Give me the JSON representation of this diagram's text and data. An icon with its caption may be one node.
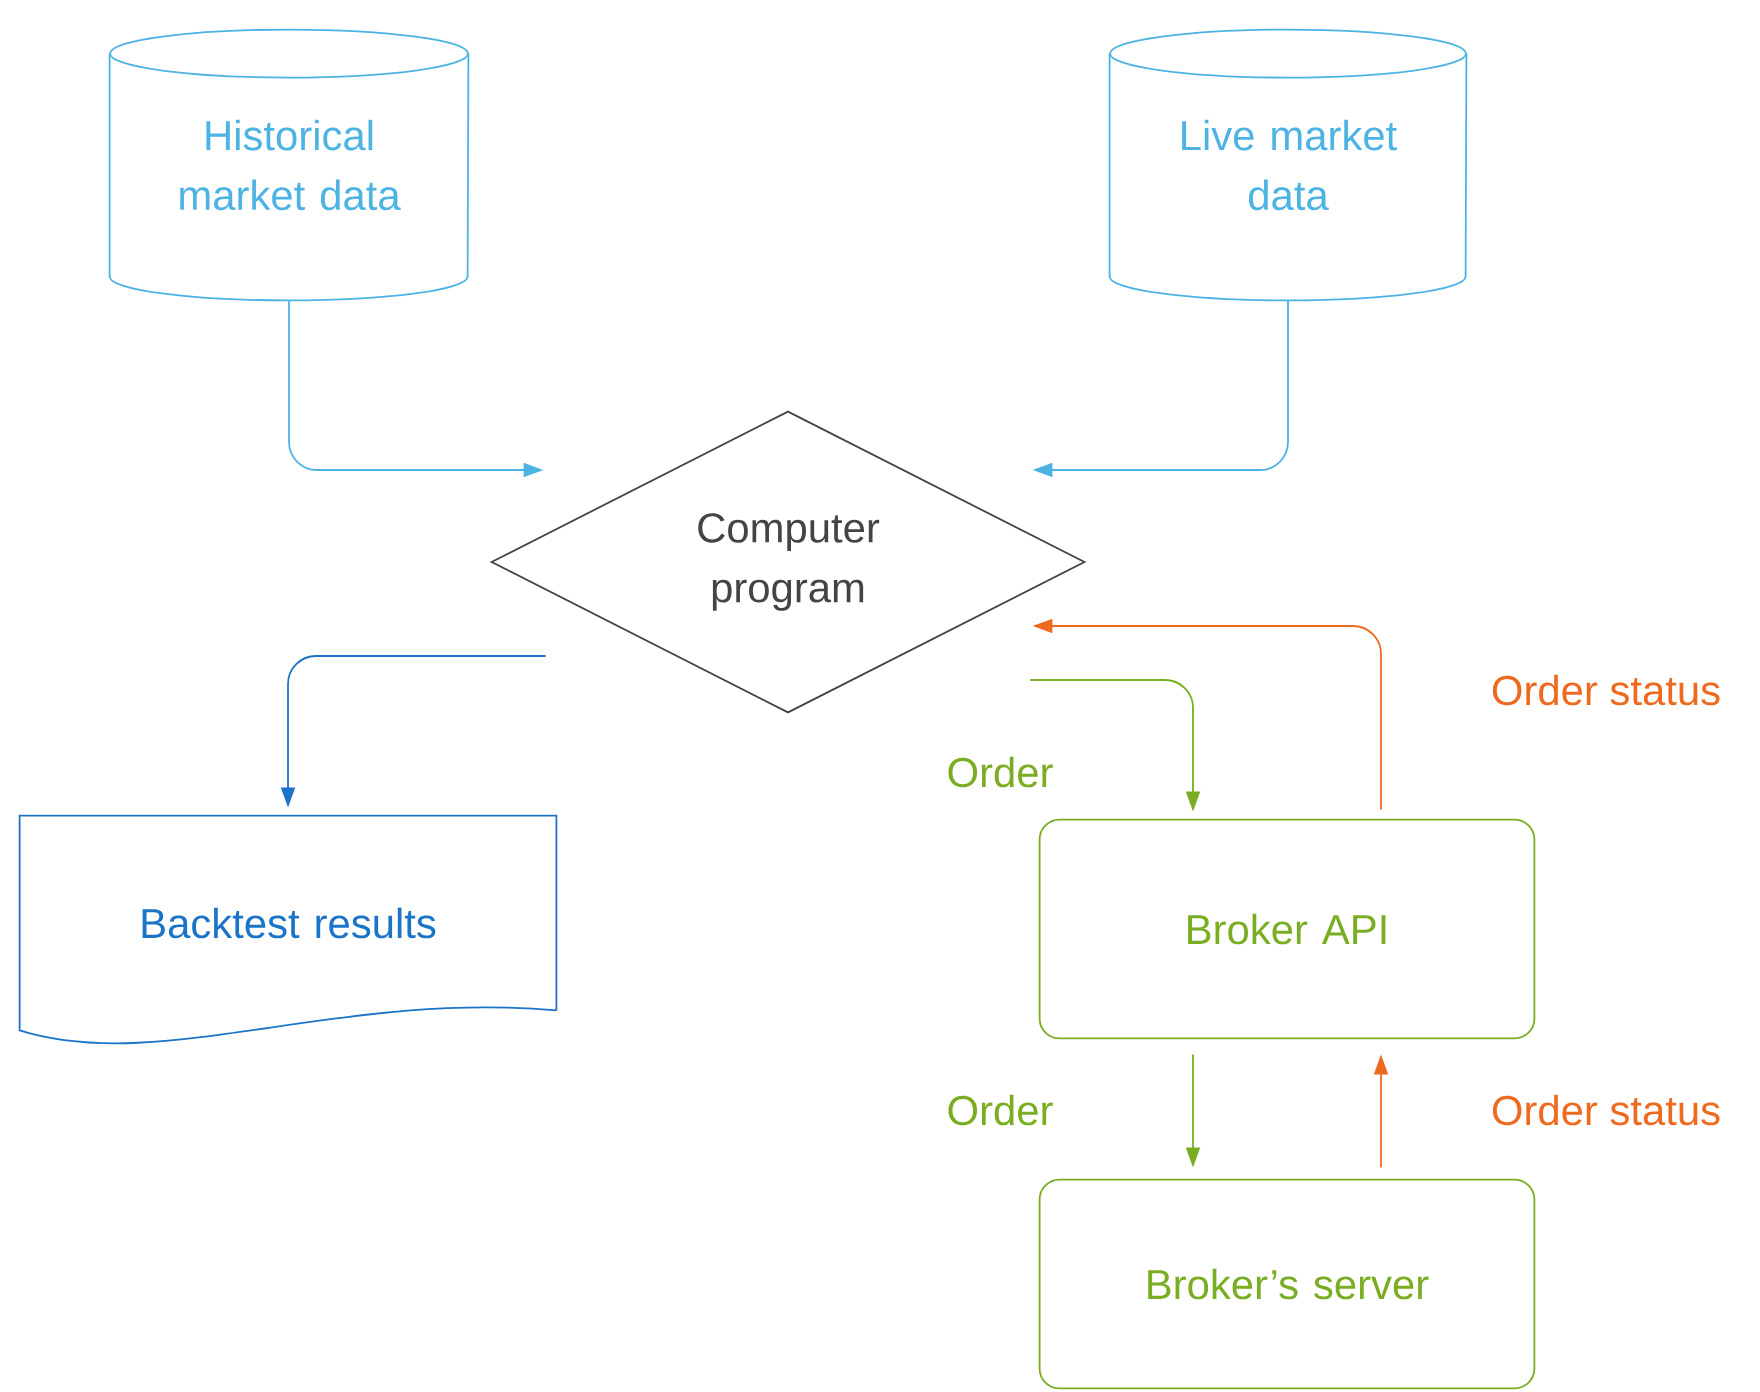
{
  "diagram": {
    "nodes": [
      {
        "text": [
          "Historical market data"
        ]
      },
      {
        "text": [
          "Live market data"
        ]
      },
      {
        "text": [
          "Computer program"
        ]
      },
      {
        "text": [
          "Backtest results"
        ]
      },
      {
        "text": [
          "Broker API"
        ]
      },
      {
        "text": [
          "Broker’s server"
        ]
      }
    ],
    "edges": [
      {
        "from": 0,
        "to": 2,
        "arrow": "to",
        "color": "#4db3e3"
      },
      {
        "from": 1,
        "to": 2,
        "arrow": "to",
        "color": "#4db3e3"
      },
      {
        "from": 2,
        "to": 3,
        "arrow": "to",
        "color": "#1c74c8"
      },
      {
        "from": 2,
        "to": 4,
        "arrow": "to",
        "label": "Order",
        "color": "#7aad22"
      },
      {
        "from": 4,
        "to": 2,
        "arrow": "to",
        "label": "Order status",
        "color": "#ee6a1f"
      },
      {
        "from": 4,
        "to": 5,
        "arrow": "to",
        "label": "Order",
        "color": "#7aad22"
      },
      {
        "from": 5,
        "to": 4,
        "arrow": "to",
        "label": "Order status",
        "color": "#ee6a1f"
      }
    ]
  }
}
